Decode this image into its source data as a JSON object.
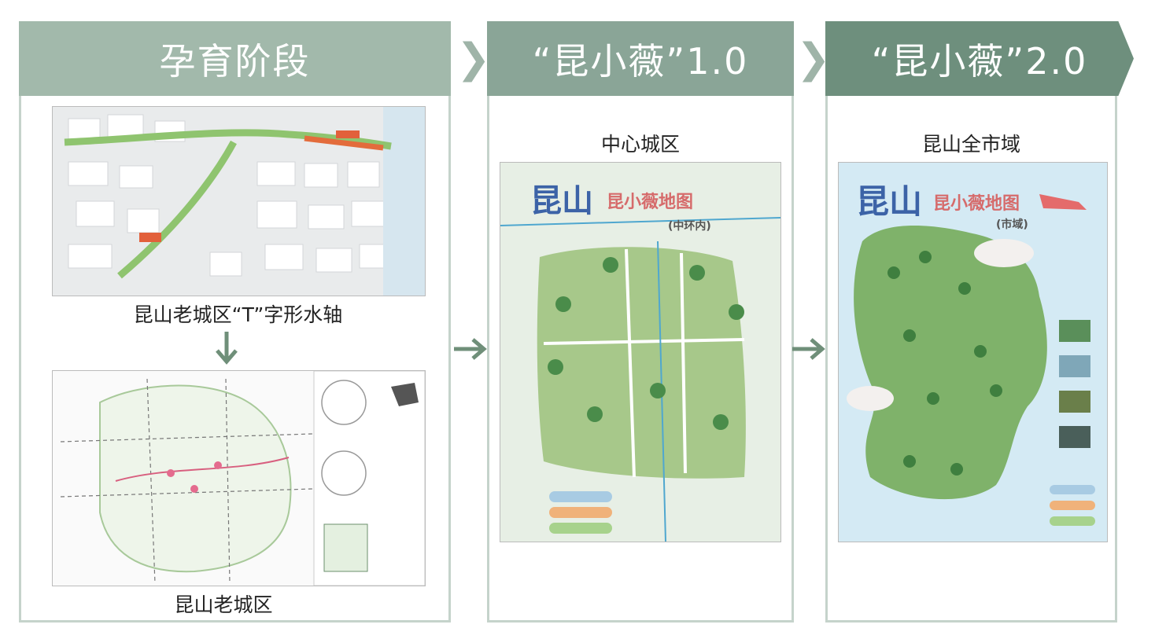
{
  "stages": [
    {
      "title": "孕育阶段",
      "labels": [
        "昆山老城区“T”字形水轴",
        "昆山老城区"
      ]
    },
    {
      "title": "“昆小薇”1.0",
      "label": "中心城区",
      "map": {
        "big": "昆山",
        "sub": "昆小薇地图",
        "area": "(中环内)"
      }
    },
    {
      "title": "“昆小薇”2.0",
      "label": "昆山全市域",
      "map": {
        "big": "昆山",
        "sub": "昆小薇地图",
        "area": "(市域)"
      }
    }
  ],
  "colors": {
    "header1": "#a2b9ab",
    "header2": "#8aa597",
    "header3": "#6e8f7d",
    "arrow": "#6f8f79",
    "border": "#c5d3cb"
  },
  "icons": [
    "chevron-right-icon",
    "arrow-right-icon",
    "arrow-down-icon"
  ]
}
